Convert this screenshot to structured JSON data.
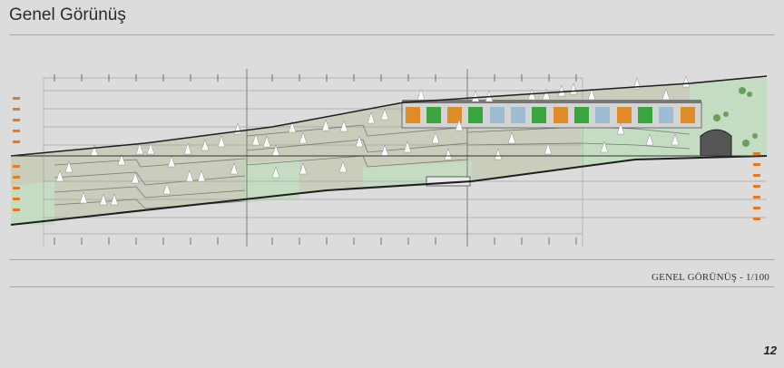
{
  "header": {
    "title": "Genel Görünüş"
  },
  "drawing": {
    "caption": "GENEL GÖRÜNÜŞ - 1/100",
    "colors": {
      "background": "#dcdcdc",
      "ground_fill": "#bfc8b0",
      "green_fill": "#c3dcc2",
      "ground_line": "#1e1e1e",
      "grid_line": "#a5a5a5",
      "building_window": "#9ebdd0",
      "building_tree": "#3aa640",
      "building_orange": "#e08a28",
      "level_marker": "#e67a22"
    }
  },
  "footer": {
    "page_number": "12"
  }
}
